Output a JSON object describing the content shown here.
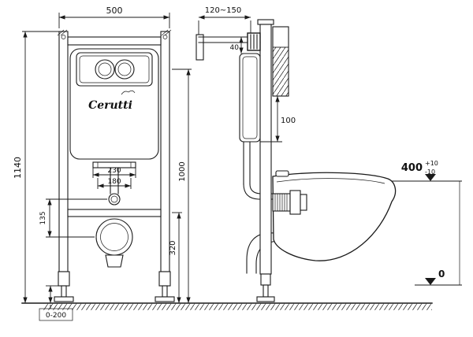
{
  "canvas": {
    "background": "#ffffff",
    "ink": "#1a1a1a"
  },
  "brand": {
    "name": "Cerutti"
  },
  "front_view": {
    "dims": {
      "width": "500",
      "height": "1140",
      "opening_outer": "230",
      "opening_inner": "180",
      "offset_135": "135",
      "height_320": "320",
      "height_1000": "1000",
      "foot_range": "0-200"
    }
  },
  "side_view": {
    "dims": {
      "depth_range": "120~150",
      "top_offset": "40",
      "gap_100": "100",
      "bowl_height": "400",
      "tol_plus": "+10",
      "tol_minus": "-10",
      "floor": "0"
    }
  }
}
